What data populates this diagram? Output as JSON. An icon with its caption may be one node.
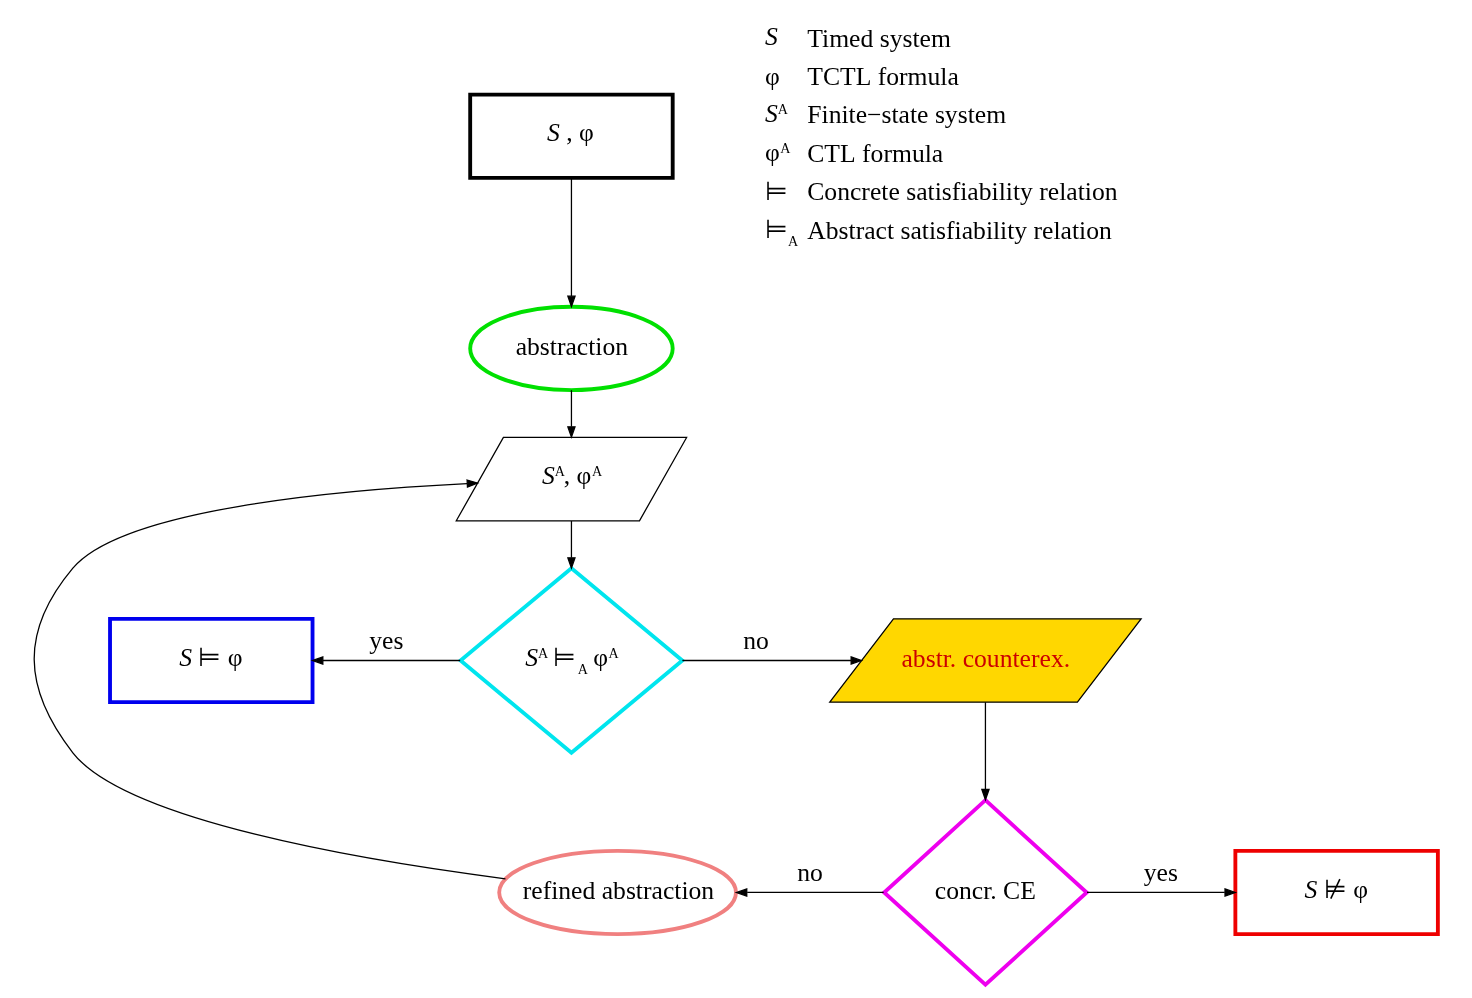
{
  "diagram": {
    "nodes": [
      {
        "text": [
          "*S* , φ"
        ]
      },
      {
        "text": [
          "abstraction"
        ]
      },
      {
        "text": [
          "*S*$^{A}$, φ$^{A}$"
        ]
      },
      {
        "text": [
          "*S*$^{A}$ ⊨$_{A}$ φ$^{A}$"
        ]
      },
      {
        "text": [
          "*S* ⊨ φ"
        ]
      },
      {
        "text": [
          "abstr. counterex."
        ]
      },
      {
        "text": [
          "concr. CE"
        ]
      },
      {
        "text": [
          "refined abstraction"
        ]
      },
      {
        "text": [
          "*S* ⊭ φ"
        ]
      }
    ],
    "edges": [
      {
        "from": 0,
        "to": 1,
        "arrow": "to"
      },
      {
        "from": 1,
        "to": 2,
        "arrow": "to"
      },
      {
        "from": 2,
        "to": 3,
        "arrow": "to"
      },
      {
        "from": 3,
        "to": 4,
        "arrow": "to",
        "label": "yes"
      },
      {
        "from": 3,
        "to": 5,
        "arrow": "to",
        "label": "no"
      },
      {
        "from": 5,
        "to": 6,
        "arrow": "to"
      },
      {
        "from": 6,
        "to": 7,
        "arrow": "to",
        "label": "no"
      },
      {
        "from": 6,
        "to": 8,
        "arrow": "to",
        "label": "yes"
      },
      {
        "from": 7,
        "to": 2,
        "arrow": "to"
      }
    ],
    "labels": [
      "*S*",
      "Timed system",
      "φ",
      "TCTL formula",
      "*S*$^{A}$",
      "Finite−state system",
      "φ$^{A}$",
      "CTL formula",
      "⊨",
      "Concrete satisfiability relation",
      "⊨$_{A}$",
      "Abstract satisfiability relation"
    ]
  }
}
